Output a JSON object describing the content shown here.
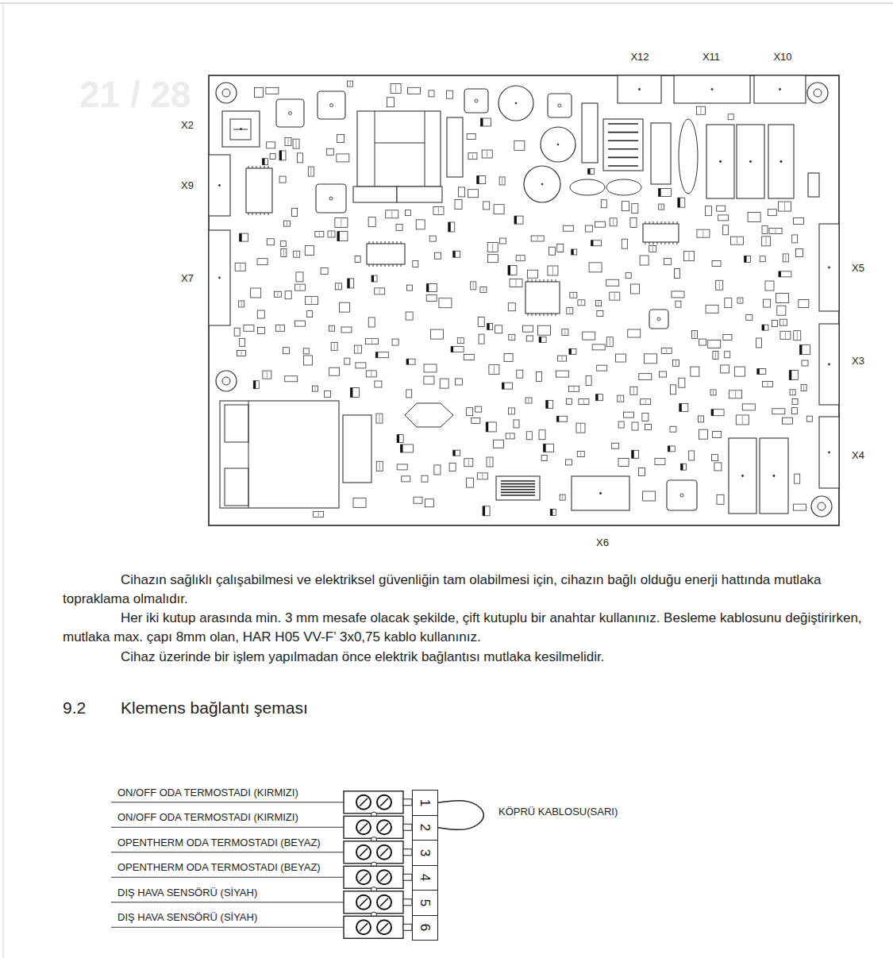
{
  "diagram": {
    "nodes": [
      {
        "text": [
          "1"
        ]
      },
      {
        "text": [
          "2"
        ]
      },
      {
        "text": [
          "3"
        ]
      },
      {
        "text": [
          "4"
        ]
      },
      {
        "text": [
          "5"
        ]
      },
      {
        "text": [
          "6"
        ]
      }
    ],
    "edges": [
      {
        "from": 0,
        "to": 1,
        "arrow": "none",
        "label": "KÖPRÜ KABLOSU(SARI)"
      }
    ],
    "labels": [
      "21 / 28",
      "X12",
      "X11",
      "X10",
      "X2",
      "X9",
      "X7",
      "X5",
      "X3",
      "X4",
      "X6",
      "Cihazın sağlıklı çalışabilmesi ve elektriksel güvenliğin tam olabilmesi için, cihazın bağlı olduğu enerji hattında mutlaka topraklama olmalıdır.",
      "Her iki kutup arasında min. 3 mm mesafe olacak şekilde, çift kutuplu bir anahtar kullanınız. Besleme kablosunu değiştirirken, mutlaka max. çapı 8mm olan, HAR H05 VV-F’ 3x0,75 kablo kullanınız.",
      "Cihaz üzerinde bir işlem yapılmadan önce elektrik bağlantısı mutlaka kesilmelidir.",
      "9.2",
      "Klemens bağlantı şeması",
      "ON/OFF ODA TERMOSTADI (KIRMIZI)",
      "ON/OFF ODA TERMOSTADI (KIRMIZI)",
      "OPENTHERM ODA TERMOSTADI (BEYAZ)",
      "OPENTHERM ODA TERMOSTADI (BEYAZ)",
      "DIŞ HAVA SENSÖRÜ (SİYAH)",
      "DIŞ HAVA SENSÖRÜ (SİYAH)"
    ]
  }
}
